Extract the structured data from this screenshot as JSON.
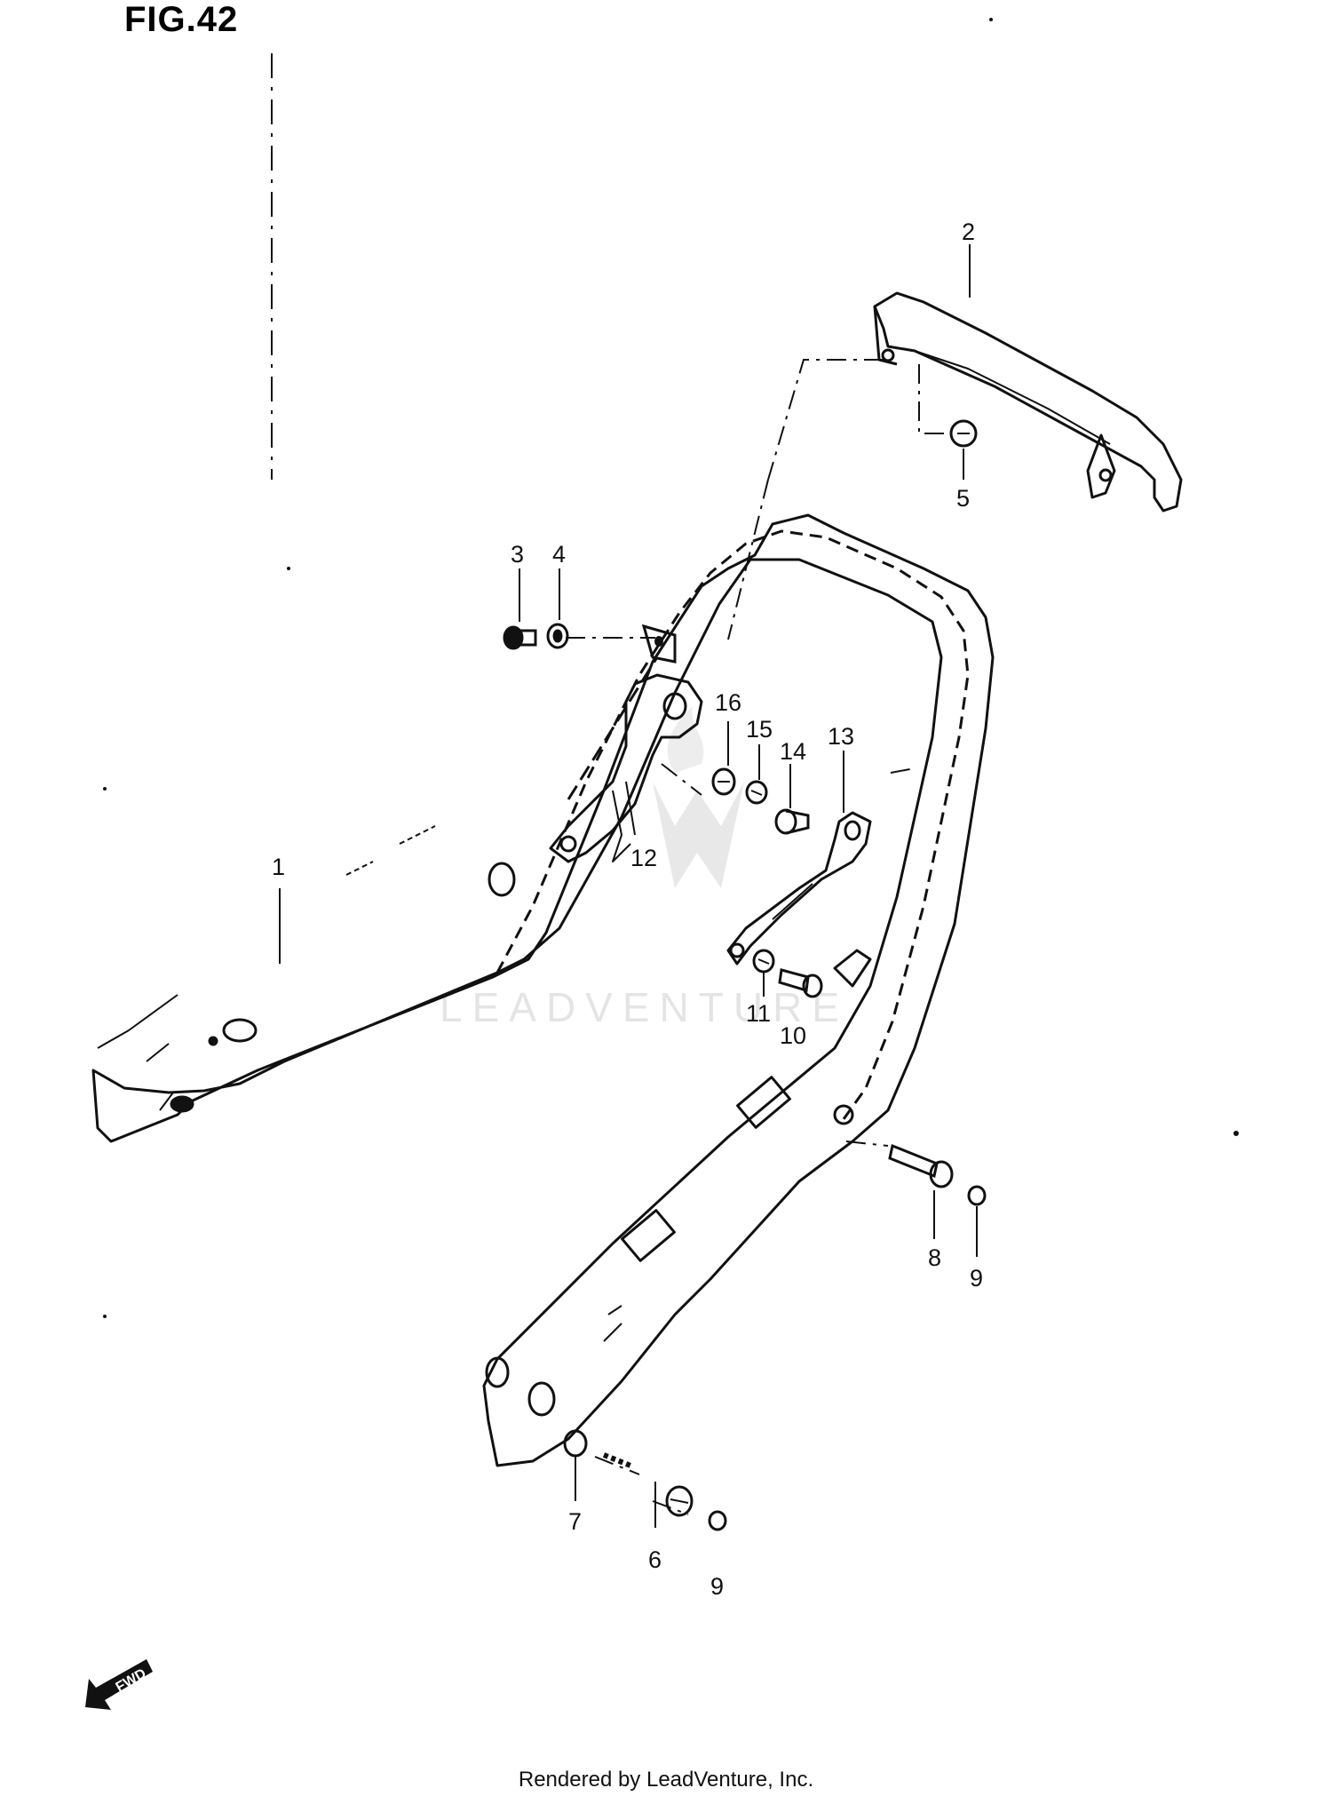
{
  "figure": {
    "title": "FIG.42"
  },
  "callouts": [
    {
      "id": "c1",
      "text": "1"
    },
    {
      "id": "c2",
      "text": "2"
    },
    {
      "id": "c3",
      "text": "3"
    },
    {
      "id": "c4",
      "text": "4"
    },
    {
      "id": "c5",
      "text": "5"
    },
    {
      "id": "c6",
      "text": "6"
    },
    {
      "id": "c7",
      "text": "7"
    },
    {
      "id": "c8",
      "text": "8"
    },
    {
      "id": "c9a",
      "text": "9"
    },
    {
      "id": "c9b",
      "text": "9"
    },
    {
      "id": "c10",
      "text": "10"
    },
    {
      "id": "c11",
      "text": "11"
    },
    {
      "id": "c12",
      "text": "12"
    },
    {
      "id": "c13",
      "text": "13"
    },
    {
      "id": "c14",
      "text": "14"
    },
    {
      "id": "c15",
      "text": "15"
    },
    {
      "id": "c16",
      "text": "16"
    }
  ],
  "direction_marker": {
    "label": "FWD"
  },
  "watermark": {
    "text": "LEADVENTURE"
  },
  "footer": {
    "text": "Rendered by LeadVenture, Inc."
  },
  "colors": {
    "line": "#111111",
    "watermark": "#cfcfcf",
    "background": "#ffffff"
  }
}
